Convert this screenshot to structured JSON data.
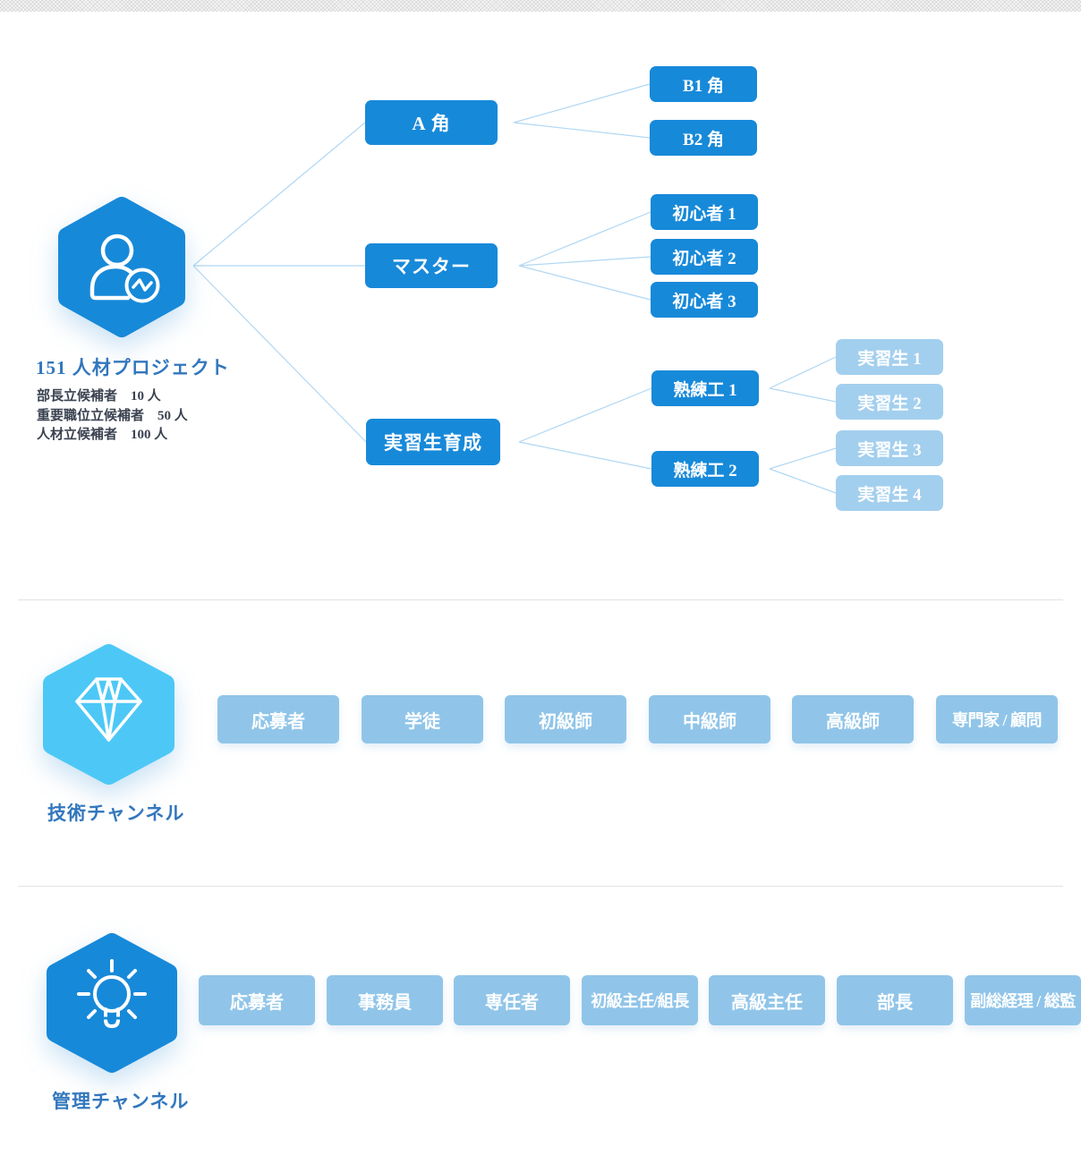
{
  "tree": {
    "title": "151 人材プロジェクト",
    "icon": "person-chart-icon",
    "stats": [
      "部長立候補者　10 人",
      "重要職位立候補者　50 人",
      "人材立候補者　100 人"
    ],
    "level1": [
      "A 角",
      "マスター",
      "実習生育成"
    ],
    "b_roles": [
      "B1 角",
      "B2 角"
    ],
    "beginners": [
      "初心者 1",
      "初心者 2",
      "初心者 3"
    ],
    "skilled": [
      "熟練工 1",
      "熟練工 2"
    ],
    "trainees": [
      "実習生 1",
      "実習生 2",
      "実習生 3",
      "実習生 4"
    ]
  },
  "tech_channel": {
    "label": "技術チャンネル",
    "icon": "diamond-icon",
    "stages": [
      "応募者",
      "学徒",
      "初級師",
      "中級師",
      "高級師",
      "専門家 / 顧問"
    ]
  },
  "management_channel": {
    "label": "管理チャンネル",
    "icon": "lightbulb-icon",
    "stages": [
      "応募者",
      "事務員",
      "専任者",
      "初級主任/組長",
      "高級主任",
      "部長",
      "副総経理 / 総監"
    ]
  },
  "colors": {
    "node_blue": "#1789d9",
    "trainee_light_blue": "#a3cfee",
    "stage_blue": "#90c5e9",
    "tech_hex_sky_blue": "#4dc8f6",
    "connector_blue": "#b0d7f3",
    "heading_blue": "#3277bd",
    "stats_text": "#3a4250"
  }
}
